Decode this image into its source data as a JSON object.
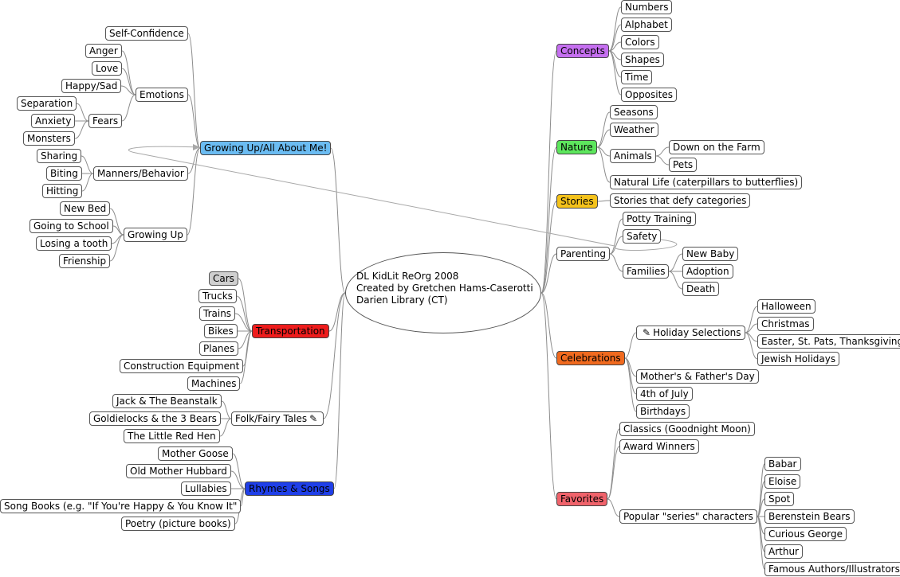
{
  "center": {
    "lines": [
      "DL KidLit ReOrg 2008",
      "Created by Gretchen Hams-Caserotti",
      "Darien Library (CT)"
    ]
  },
  "icons": {
    "holiday": "pencil-icon",
    "folk": "pencil-icon"
  },
  "colors": {
    "growing": "#6bbcf2",
    "transportation": "#ee1c1c",
    "rhymes": "#1f3fe8",
    "concepts": "#c56ff0",
    "nature": "#5de65d",
    "stories": "#f4c21b",
    "celebrations": "#f06a1f",
    "favorites": "#f0636b",
    "cars": "#cfcfcf",
    "link": "#8c8c8c"
  },
  "nodes": {
    "growing": "Growing Up/All About Me!",
    "self_confidence": "Self-Confidence",
    "emotions": "Emotions",
    "anger": "Anger",
    "love": "Love",
    "happy_sad": "Happy/Sad",
    "fears": "Fears",
    "separation": "Separation",
    "anxiety": "Anxiety",
    "monsters": "Monsters",
    "manners": "Manners/Behavior",
    "sharing": "Sharing",
    "biting": "Biting",
    "hitting": "Hitting",
    "growing_up": "Growing Up",
    "new_bed": "New Bed",
    "going_school": "Going to School",
    "losing_tooth": "Losing a tooth",
    "friendship": "Frienship",
    "transportation": "Transportation",
    "cars": "Cars",
    "trucks": "Trucks",
    "trains": "Trains",
    "bikes": "Bikes",
    "planes": "Planes",
    "construction": "Construction Equipment",
    "machines": "Machines",
    "folk": "Folk/Fairy Tales",
    "jack": "Jack & The Beanstalk",
    "goldielocks": "Goldielocks & the 3 Bears",
    "red_hen": "The Little Red Hen",
    "rhymes": "Rhymes & Songs",
    "mother_goose": "Mother Goose",
    "old_mother": "Old Mother Hubbard",
    "lullabies": "Lullabies",
    "song_books": "Song Books (e.g. \"If You're Happy & You Know It\"",
    "poetry": "Poetry (picture books)",
    "concepts": "Concepts",
    "numbers": "Numbers",
    "alphabet": "Alphabet",
    "colors": "Colors",
    "shapes": "Shapes",
    "time": "Time",
    "opposites": "Opposites",
    "nature": "Nature",
    "seasons": "Seasons",
    "weather": "Weather",
    "animals": "Animals",
    "farm": "Down on the Farm",
    "pets": "Pets",
    "natural_life": "Natural Life (caterpillars to butterflies)",
    "stories": "Stories",
    "stories_defy": "Stories that defy categories",
    "parenting": "Parenting",
    "potty": "Potty Training",
    "safety": "Safety",
    "families": "Families",
    "new_baby": "New Baby",
    "adoption": "Adoption",
    "death": "Death",
    "celebrations": "Celebrations",
    "holiday": "Holiday Selections",
    "halloween": "Halloween",
    "christmas": "Christmas",
    "easter": "Easter, St. Pats, Thanksgiving",
    "jewish": "Jewish Holidays",
    "mothers_fathers": "Mother's & Father's Day",
    "july4": "4th of July",
    "birthdays": "Birthdays",
    "favorites": "Favorites",
    "classics": "Classics (Goodnight Moon)",
    "award": "Award Winners",
    "popular": "Popular \"series\" characters",
    "babar": "Babar",
    "eloise": "Eloise",
    "spot": "Spot",
    "berenstein": "Berenstein Bears",
    "curious": "Curious George",
    "arthur": "Arthur",
    "famous": "Famous Authors/Illustrators"
  }
}
